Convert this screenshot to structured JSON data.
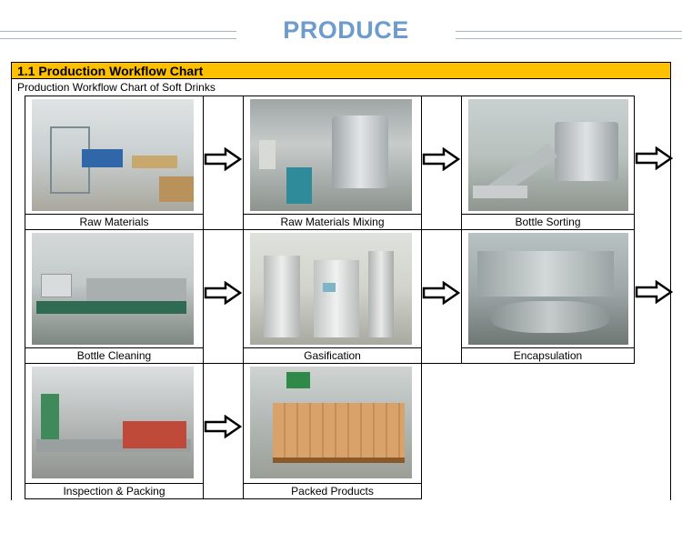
{
  "header": {
    "title": "PRODUCE"
  },
  "section": {
    "heading": "1.1 Production Workflow Chart",
    "subtitle": "Production Workflow Chart of Soft Drinks"
  },
  "steps": [
    {
      "label": "Raw Materials"
    },
    {
      "label": "Raw Materials Mixing"
    },
    {
      "label": "Bottle Sorting"
    },
    {
      "label": "Bottle Cleaning"
    },
    {
      "label": "Gasification"
    },
    {
      "label": "Encapsulation"
    },
    {
      "label": "Inspection & Packing"
    },
    {
      "label": "Packed Products"
    }
  ],
  "colors": {
    "accent_title": "#6e9bcd",
    "section_bar": "#ffc000",
    "border": "#000000"
  }
}
